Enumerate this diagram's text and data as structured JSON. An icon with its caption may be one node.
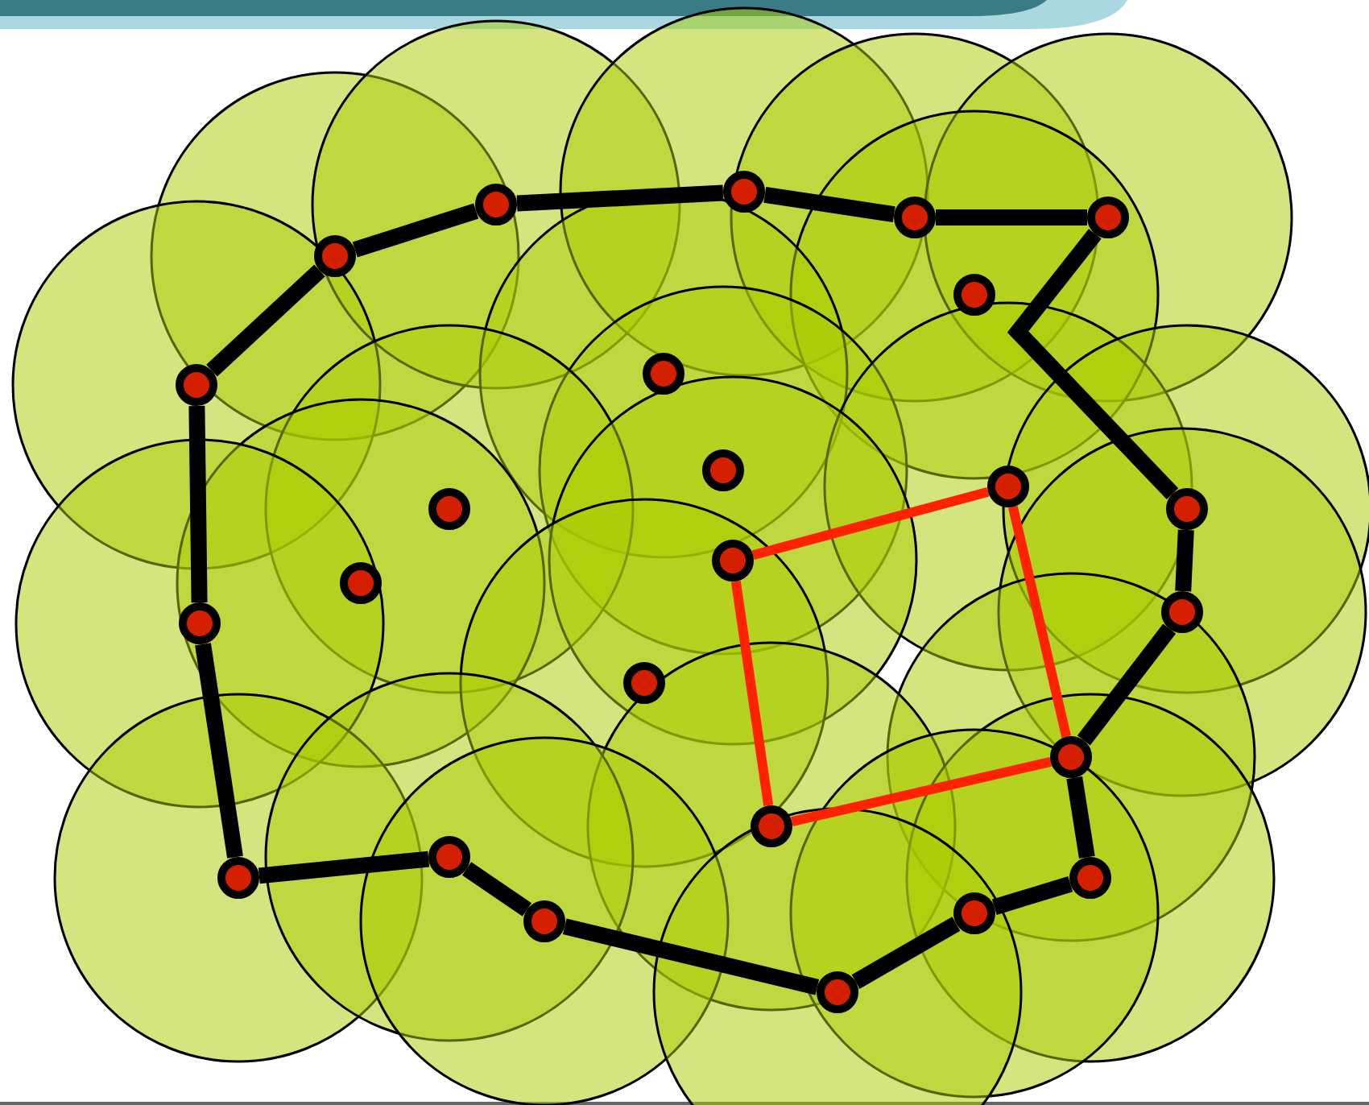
{
  "diagram": {
    "nodes": [
      {
        "text": [],
        "shape": "circle"
      },
      {
        "text": [],
        "shape": "circle"
      },
      {
        "text": [],
        "shape": "circle"
      },
      {
        "text": [],
        "shape": "circle"
      },
      {
        "text": [],
        "shape": "circle"
      },
      {
        "text": [],
        "shape": "circle"
      },
      {
        "text": [],
        "shape": "circle"
      },
      {
        "text": [],
        "shape": "circle"
      },
      {
        "text": [],
        "shape": "circle"
      },
      {
        "text": [],
        "shape": "circle"
      },
      {
        "text": [],
        "shape": "circle"
      },
      {
        "text": [],
        "shape": "circle"
      },
      {
        "text": [],
        "shape": "circle"
      },
      {
        "text": [],
        "shape": "circle"
      },
      {
        "text": [],
        "shape": "circle"
      },
      {
        "text": [],
        "shape": "circle"
      },
      {
        "text": [],
        "shape": "circle"
      },
      {
        "text": [],
        "shape": "circle"
      },
      {
        "text": [],
        "shape": "circle"
      },
      {
        "text": [],
        "shape": "circle"
      },
      {
        "text": [],
        "shape": "circle"
      },
      {
        "text": [],
        "shape": "circle"
      },
      {
        "text": [],
        "shape": "circle"
      },
      {
        "text": [],
        "shape": "circle"
      },
      {
        "text": [],
        "shape": "circle"
      }
    ],
    "edges": [
      {
        "from": 6,
        "to": 0,
        "arrow": "none"
      },
      {
        "from": 0,
        "to": 1,
        "arrow": "none"
      },
      {
        "from": 1,
        "to": 2,
        "arrow": "none"
      },
      {
        "from": 2,
        "to": 3,
        "arrow": "none"
      },
      {
        "from": 3,
        "to": 4,
        "arrow": "none"
      },
      {
        "from": 4,
        "to": 11,
        "arrow": "none"
      },
      {
        "from": 11,
        "to": 15,
        "arrow": "none"
      },
      {
        "from": 15,
        "to": 17,
        "arrow": "none"
      },
      {
        "from": 17,
        "to": 21,
        "arrow": "none"
      },
      {
        "from": 21,
        "to": 23,
        "arrow": "none"
      },
      {
        "from": 23,
        "to": 24,
        "arrow": "none"
      },
      {
        "from": 24,
        "to": 22,
        "arrow": "none"
      },
      {
        "from": 22,
        "to": 20,
        "arrow": "none"
      },
      {
        "from": 20,
        "to": 19,
        "arrow": "none"
      },
      {
        "from": 19,
        "to": 14,
        "arrow": "none"
      },
      {
        "from": 14,
        "to": 6,
        "arrow": "none"
      },
      {
        "from": 13,
        "to": 10,
        "arrow": "none",
        "color": "#ff2200"
      },
      {
        "from": 10,
        "to": 17,
        "arrow": "none",
        "color": "#ff2200"
      },
      {
        "from": 17,
        "to": 18,
        "arrow": "none",
        "color": "#ff2200"
      },
      {
        "from": 18,
        "to": 13,
        "arrow": "none",
        "color": "#ff2200"
      }
    ]
  }
}
